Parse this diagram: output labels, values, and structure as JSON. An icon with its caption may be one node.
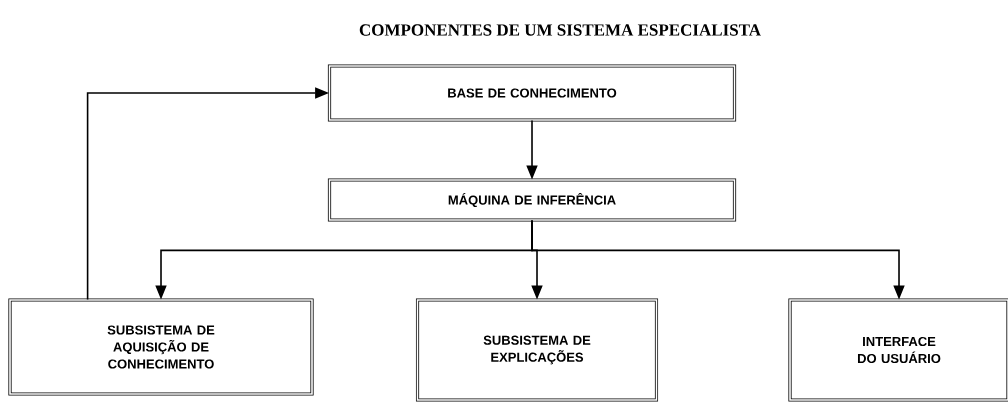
{
  "diagram": {
    "title": "COMPONENTES DE UM SISTEMA ESPECIALISTA",
    "nodes": [
      {
        "text": [
          "BASE DE CONHECIMENTO"
        ]
      },
      {
        "text": [
          "MÁQUINA DE INFERÊNCIA"
        ]
      },
      {
        "text": [
          "SUBSISTEMA DE AQUISIÇÃO DE CONHECIMENTO"
        ]
      },
      {
        "text": [
          "SUBSISTEMA DE EXPLICAÇÕES"
        ]
      },
      {
        "text": [
          "INTERFACE DO USUÁRIO"
        ]
      }
    ],
    "edges": [
      {
        "from": 0,
        "to": 1,
        "arrow": "to"
      },
      {
        "from": 1,
        "to": 2,
        "arrow": "to"
      },
      {
        "from": 1,
        "to": 3,
        "arrow": "to"
      },
      {
        "from": 1,
        "to": 4,
        "arrow": "to"
      },
      {
        "from": 2,
        "to": 0,
        "arrow": "to"
      }
    ]
  }
}
